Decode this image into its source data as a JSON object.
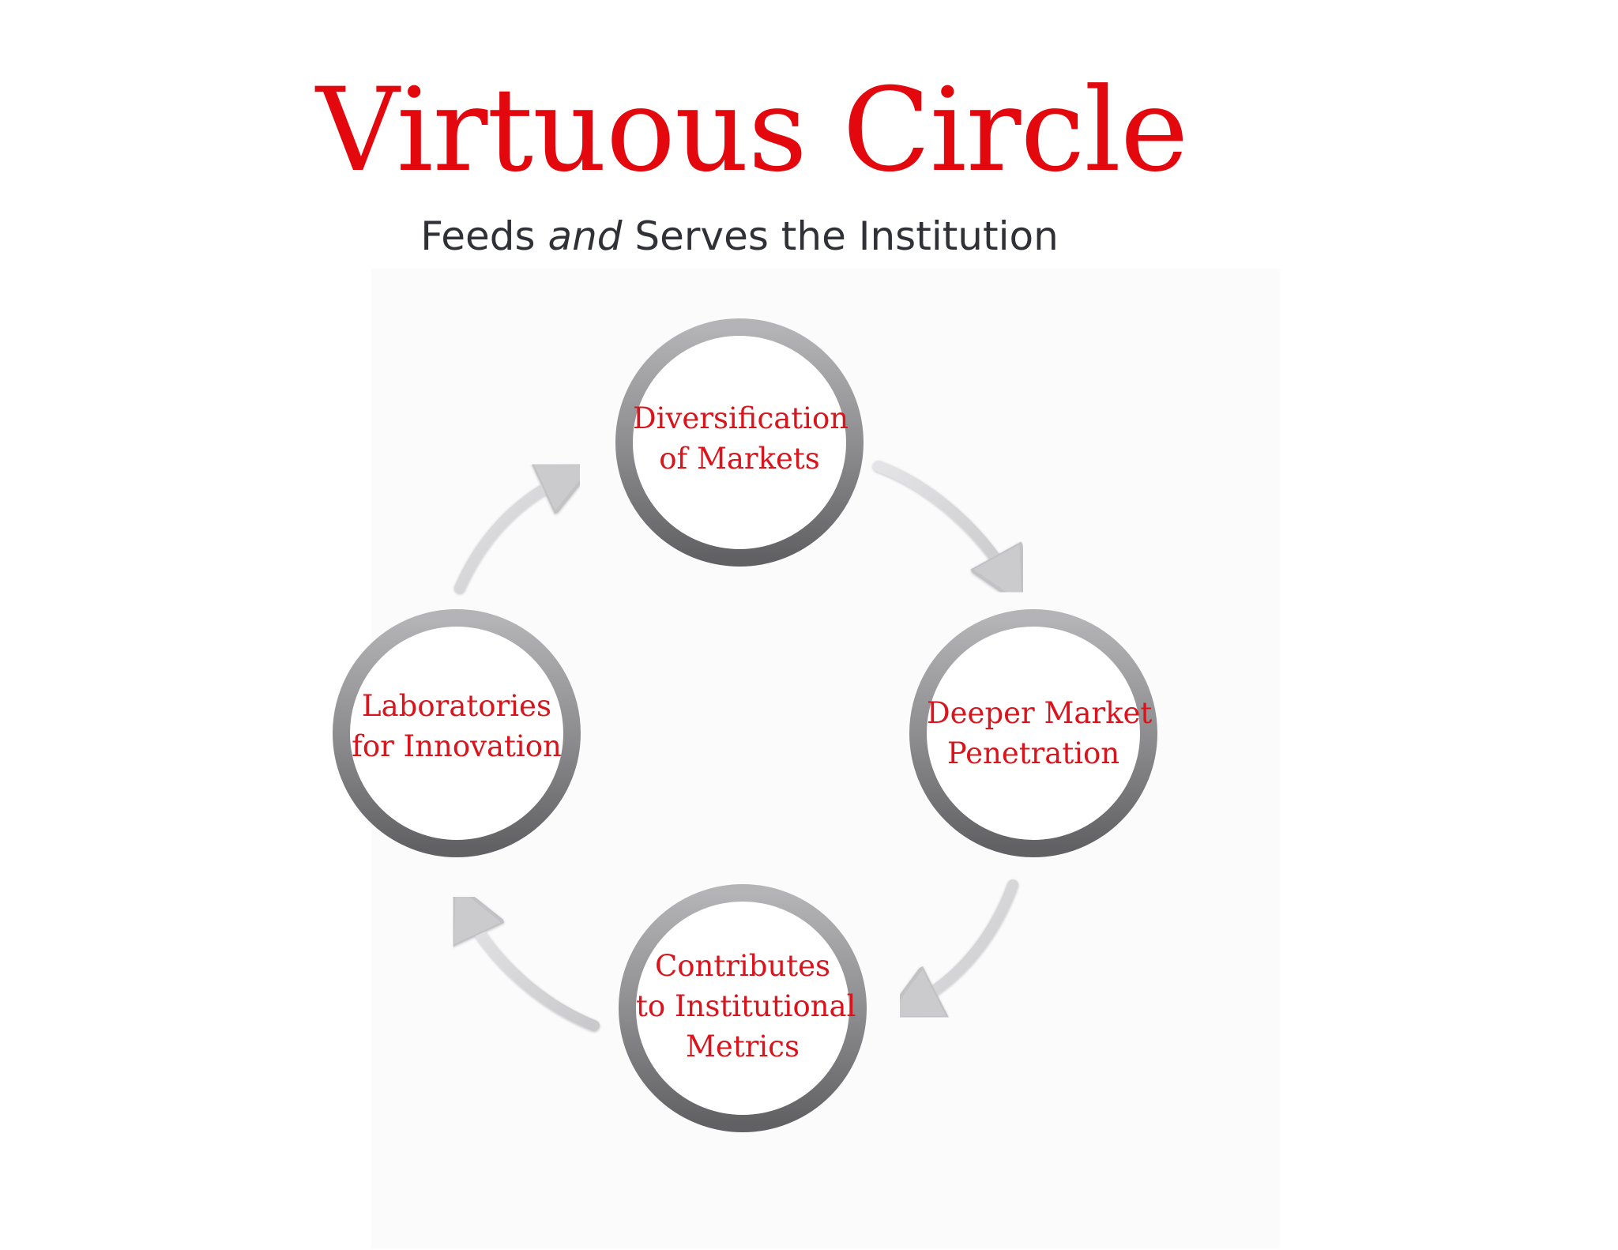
{
  "title": "Virtuous Circle",
  "subtitle": {
    "part1": "Feeds ",
    "emphasis": "and",
    "part2": " Serves the Institution"
  },
  "nodes": {
    "top": {
      "line1": "Diversification",
      "line2": "of Markets"
    },
    "right": {
      "line1": "Deeper Market",
      "line2": "Penetration"
    },
    "bottom": {
      "line1": "Contributes",
      "line2": "to Institutional",
      "line3": "Metrics"
    },
    "left": {
      "line1": "Laboratories",
      "line2": "for Innovation"
    }
  },
  "colors": {
    "title": "#e3070e",
    "label": "#d9141c",
    "ring_light": "#b4b4b6",
    "ring_dark": "#616164",
    "arrow": "#d4d4d6"
  }
}
